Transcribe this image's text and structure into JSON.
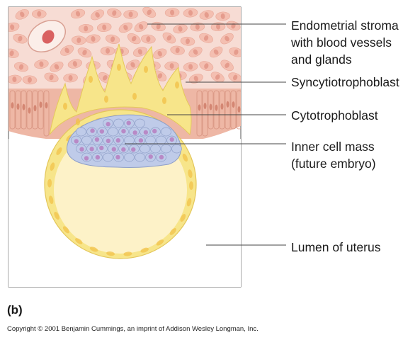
{
  "labels": {
    "endometrial": [
      "Endometrial stroma",
      "with blood vessels",
      "and glands"
    ],
    "syncytio": "Syncytiotrophoblast",
    "cyto": "Cytotrophoblast",
    "icm": [
      "Inner cell mass",
      "(future embryo)"
    ],
    "lumen": "Lumen of uterus"
  },
  "panel_label": "(b)",
  "copyright": "Copyright © 2001 Benjamin Cummings, an imprint of Addison Wesley Longman, Inc.",
  "colors": {
    "stroma_bg": "#f7dcd4",
    "stroma_cell": "#f4bfb1",
    "stroma_nucleus": "#e59c8d",
    "epithelium": "#eeb7a5",
    "trophoblast": "#f7e58a",
    "trophoblast_nucleus": "#f1c24a",
    "lumen": "#fdf2c8",
    "icm_cell": "#bfcbe9",
    "icm_nucleus": "#b889c6",
    "blood": "#d96161",
    "leader": "#444444"
  }
}
